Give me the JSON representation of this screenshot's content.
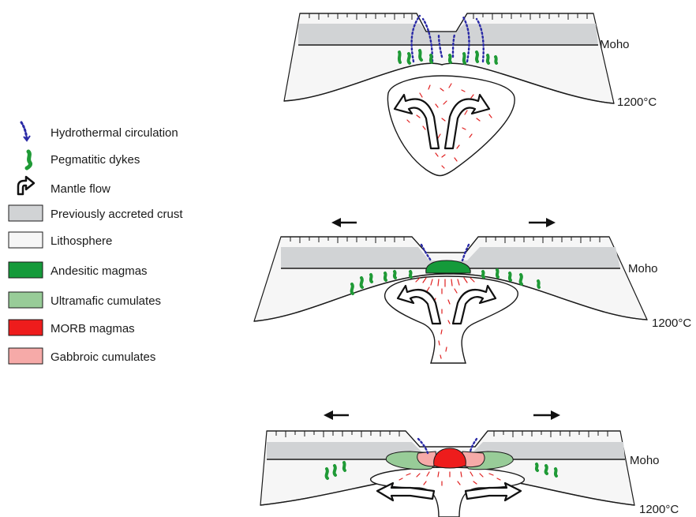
{
  "legend": {
    "items": [
      {
        "label": "Hydrothermal circulation",
        "icon": "dotted-arrow-icon",
        "color": "#2a2aa6"
      },
      {
        "label": "Pegmatitic dykes",
        "icon": "dyke-squiggle-icon",
        "color": "#1f9a36"
      },
      {
        "label": "Mantle flow",
        "icon": "curved-arrow-icon",
        "color": "#111111"
      },
      {
        "label": "Previously accreted crust",
        "swatch": "#d1d3d5"
      },
      {
        "label": "Lithosphere",
        "swatch": "#f6f6f6"
      },
      {
        "label": "Andesitic magmas",
        "swatch": "#159a3a"
      },
      {
        "label": "Ultramafic cumulates",
        "swatch": "#98cc98"
      },
      {
        "label": "MORB magmas",
        "swatch": "#ee1c1c"
      },
      {
        "label": "Gabbroic cumulates",
        "swatch": "#f6aaa8"
      }
    ]
  },
  "panels": [
    {
      "moho_label": "Moho",
      "isotherm_label": "1200°C"
    },
    {
      "moho_label": "Moho",
      "isotherm_label": "1200°C"
    },
    {
      "moho_label": "Moho",
      "isotherm_label": "1200°C"
    }
  ],
  "colors": {
    "crust": "#d1d3d5",
    "lithosphere": "#f6f6f6",
    "andesitic": "#159a3a",
    "ultramafic": "#98cc98",
    "morb": "#ee1c1c",
    "gabbroic": "#f6aaa8",
    "hydrothermal": "#2a2aa6",
    "dyke": "#1f9a36",
    "melt": "#e02020"
  }
}
